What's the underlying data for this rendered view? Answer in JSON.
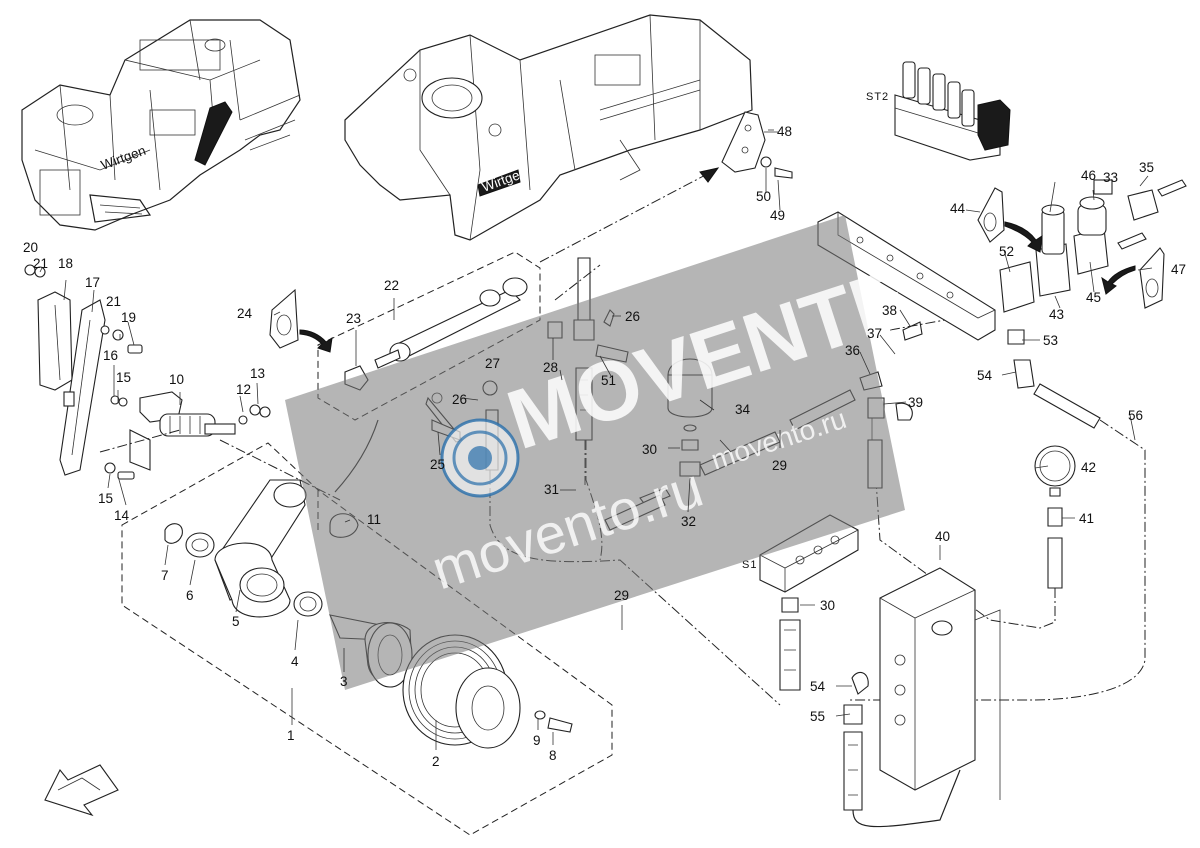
{
  "diagram": {
    "callouts": {
      "c1": "1",
      "c2": "2",
      "c3": "3",
      "c4": "4",
      "c5": "5",
      "c6": "6",
      "c7": "7",
      "c8": "8",
      "c9": "9",
      "c10": "10",
      "c11": "11",
      "c12": "12",
      "c13": "13",
      "c14": "14",
      "c15": "15",
      "c16": "16",
      "c17": "17",
      "c18": "18",
      "c19": "19",
      "c20": "20",
      "c21a": "21",
      "c21b": "21",
      "c22": "22",
      "c23": "23",
      "c24": "24",
      "c25": "25",
      "c26a": "26",
      "c26b": "26",
      "c27": "27",
      "c28": "28",
      "c29a": "29",
      "c29b": "29",
      "c30a": "30",
      "c30b": "30",
      "c31": "31",
      "c32": "32",
      "c33": "33",
      "c34": "34",
      "c35": "35",
      "c36": "36",
      "c37": "37",
      "c38": "38",
      "c39": "39",
      "c40": "40",
      "c41": "41",
      "c42": "42",
      "c43": "43",
      "c44": "44",
      "c45": "45",
      "c46": "46",
      "c47": "47",
      "c48": "48",
      "c49": "49",
      "c50": "50",
      "c51": "51",
      "c52": "52",
      "c53": "53",
      "c54a": "54",
      "c54b": "54",
      "c55": "55",
      "c56": "56"
    },
    "tags": {
      "st2": "ST2",
      "s1": "S1",
      "machine_brand": "Wirtgen"
    }
  },
  "watermark": {
    "main": "MOVENTE",
    "domain": "movento.ru",
    "sub": "movento.ru"
  }
}
